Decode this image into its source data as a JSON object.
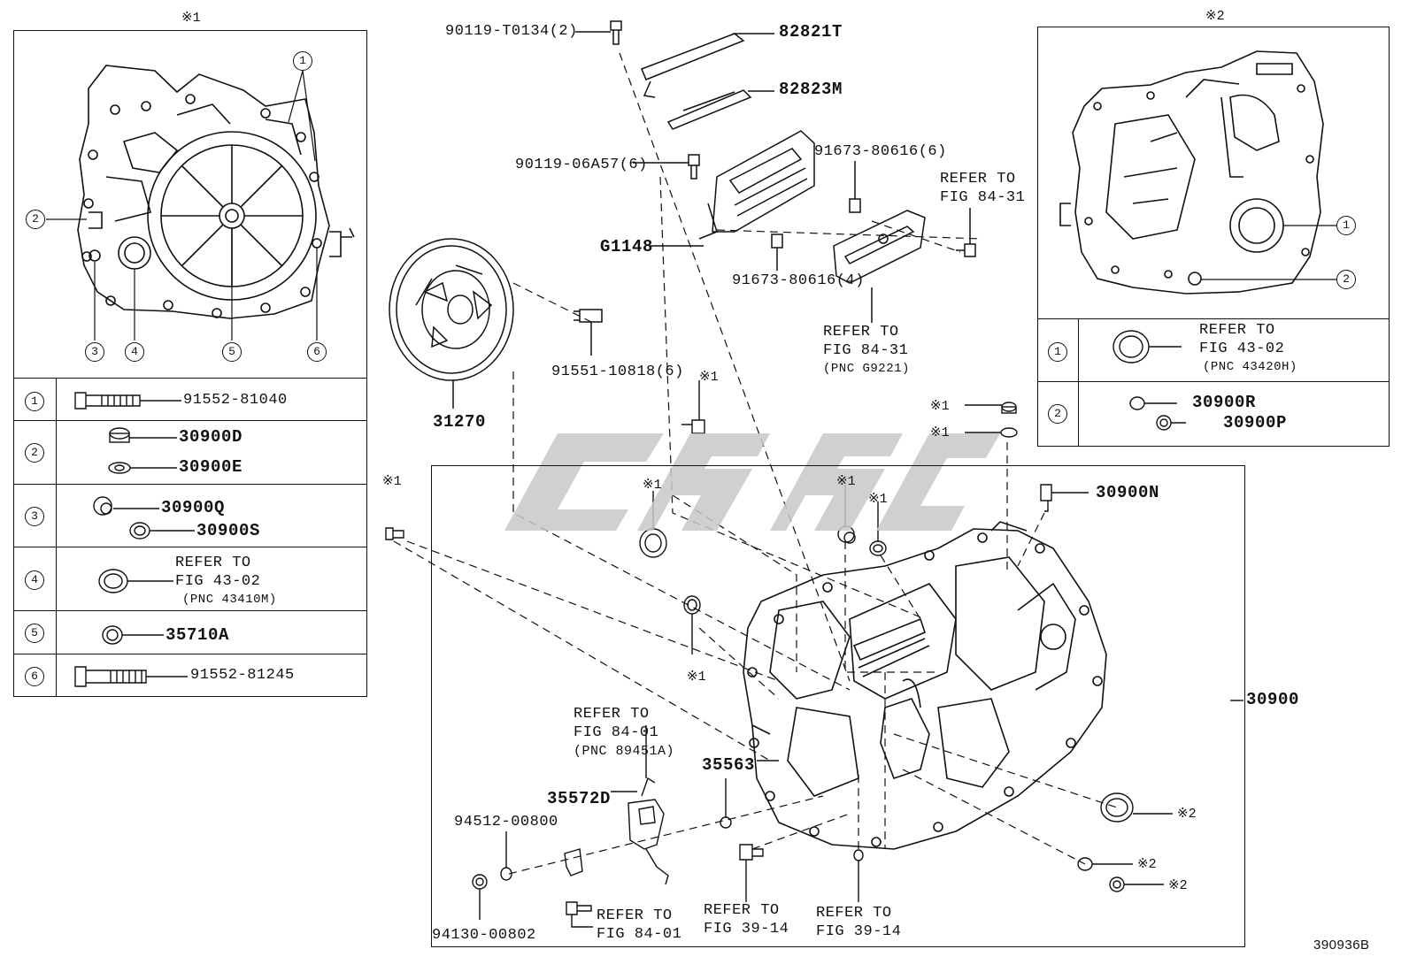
{
  "inset_left": {
    "note": "※1",
    "callouts": [
      "1",
      "2",
      "3",
      "4",
      "5",
      "6"
    ],
    "rows": [
      {
        "num": "1",
        "lines": [
          "91552-81040"
        ]
      },
      {
        "num": "2",
        "lines": [
          "30900D",
          "30900E"
        ]
      },
      {
        "num": "3",
        "lines": [
          "30900Q",
          "30900S"
        ]
      },
      {
        "num": "4",
        "lines": [
          "REFER TO",
          "FIG 43-02",
          "(PNC 43410M)"
        ]
      },
      {
        "num": "5",
        "lines": [
          "35710A"
        ]
      },
      {
        "num": "6",
        "lines": [
          "91552-81245"
        ]
      }
    ]
  },
  "inset_right": {
    "note": "※2",
    "callouts": [
      "1",
      "2"
    ],
    "rows": [
      {
        "num": "1",
        "lines": [
          "REFER TO",
          "FIG 43-02",
          "(PNC 43420H)"
        ]
      },
      {
        "num": "2",
        "lines": [
          "30900R",
          "30900P"
        ]
      }
    ]
  },
  "main": {
    "p_90119_T0134": "90119-T0134(2)",
    "p_82821T": "82821T",
    "p_82823M": "82823M",
    "p_90119_06A57": "90119-06A57(6)",
    "p_91673_6": "91673-80616(6)",
    "p_91673_4": "91673-80616(4)",
    "p_G1148": "G1148",
    "ref_84_31_a": [
      "REFER TO",
      "FIG 84-31"
    ],
    "ref_84_31_b": [
      "REFER TO",
      "FIG 84-31",
      "(PNC G9221)"
    ],
    "p_31270": "31270",
    "p_91551": "91551-10818(6)",
    "p_30900N": "30900N",
    "p_30900": "30900",
    "ref_84_01_a": [
      "REFER TO",
      "FIG 84-01",
      "(PNC 89451A)"
    ],
    "p_35563": "35563",
    "p_35572D": "35572D",
    "p_94512": "94512-00800",
    "p_94130": "94130-00802",
    "ref_84_01_b": [
      "REFER TO",
      "FIG 84-01"
    ],
    "ref_39_14_a": [
      "REFER TO",
      "FIG 39-14"
    ],
    "ref_39_14_b": [
      "REFER TO",
      "FIG 39-14"
    ],
    "note_1": "※1",
    "note_2": "※2",
    "figure_code": "390936B"
  }
}
